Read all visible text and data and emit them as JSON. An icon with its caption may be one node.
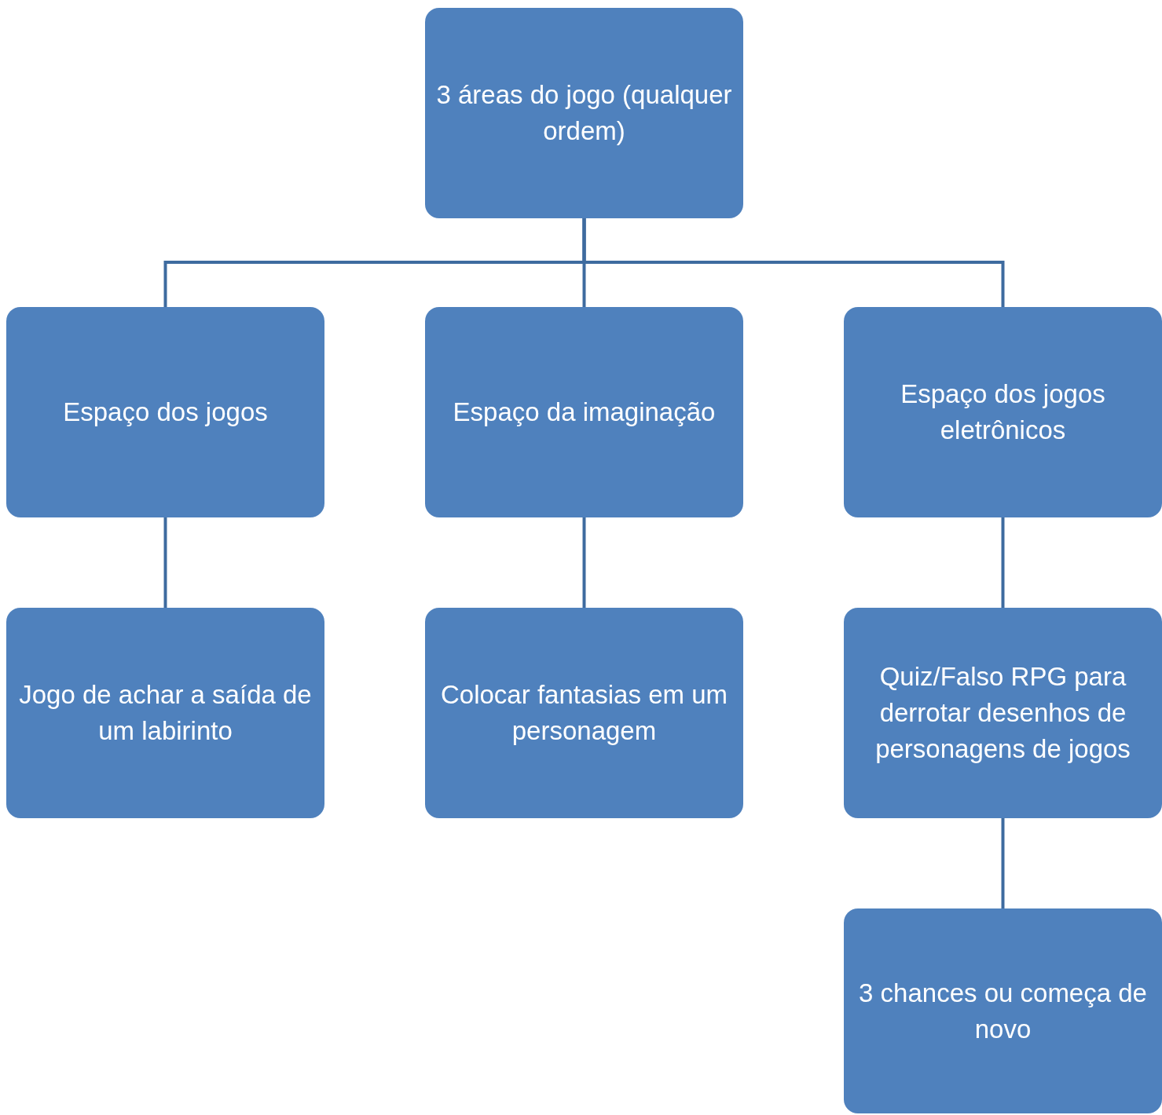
{
  "diagram": {
    "nodes": [
      {
        "text": [
          "3 áreas do jogo (qualquer ordem)"
        ]
      },
      {
        "text": [
          "Espaço dos jogos"
        ]
      },
      {
        "text": [
          "Espaço da imaginação"
        ]
      },
      {
        "text": [
          "Espaço dos jogos eletrônicos"
        ]
      },
      {
        "text": [
          "Jogo de achar a saída de um labirinto"
        ]
      },
      {
        "text": [
          "Colocar fantasias em um personagem"
        ]
      },
      {
        "text": [
          "Quiz/Falso RPG para derrotar desenhos de personagens de jogos"
        ]
      },
      {
        "text": [
          "3 chances ou começa de novo"
        ]
      }
    ],
    "edges": [
      {
        "from": 0,
        "to": 1,
        "arrow": "none"
      },
      {
        "from": 0,
        "to": 2,
        "arrow": "none"
      },
      {
        "from": 0,
        "to": 3,
        "arrow": "none"
      },
      {
        "from": 1,
        "to": 4,
        "arrow": "none"
      },
      {
        "from": 2,
        "to": 5,
        "arrow": "none"
      },
      {
        "from": 3,
        "to": 6,
        "arrow": "none"
      },
      {
        "from": 6,
        "to": 7,
        "arrow": "none"
      }
    ]
  }
}
